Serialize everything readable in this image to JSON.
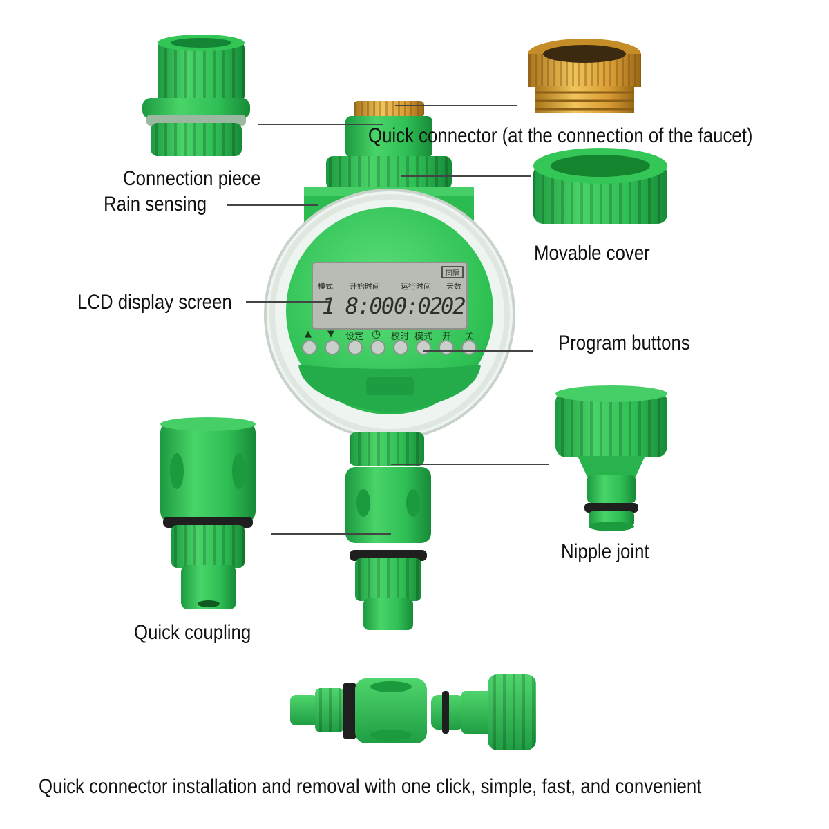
{
  "labels": {
    "connection_piece": "Connection piece",
    "rain_sensing": "Rain sensing",
    "quick_connector_faucet": "Quick connector (at the connection of the faucet)",
    "movable_cover": "Movable cover",
    "lcd_display_screen": "LCD display screen",
    "program_buttons": "Program buttons",
    "nipple_joint": "Nipple joint",
    "quick_coupling": "Quick coupling",
    "caption": "Quick connector installation and removal with one click, simple, fast, and convenient"
  },
  "lcd": {
    "tag": "同隔",
    "header_mode": "模式",
    "header_start": "开始时间",
    "header_run": "运行时间",
    "header_days": "天数",
    "mode_value": "1",
    "start_time": "8:00",
    "run_time": "0:02",
    "days": "02"
  },
  "buttons": {
    "up": "▲",
    "down": "▼",
    "set": "设定",
    "clock": "◷",
    "calibrate": "校时",
    "mode": "模式",
    "on": "开",
    "off": "关"
  },
  "colors": {
    "body_green": "#2fbf55",
    "dark_green": "#1a9a3f",
    "light_green": "#5fd97a",
    "brass": "#d9a53a",
    "lcd_bg": "#b9bcb4",
    "lcd_text": "#2d2f2d"
  }
}
